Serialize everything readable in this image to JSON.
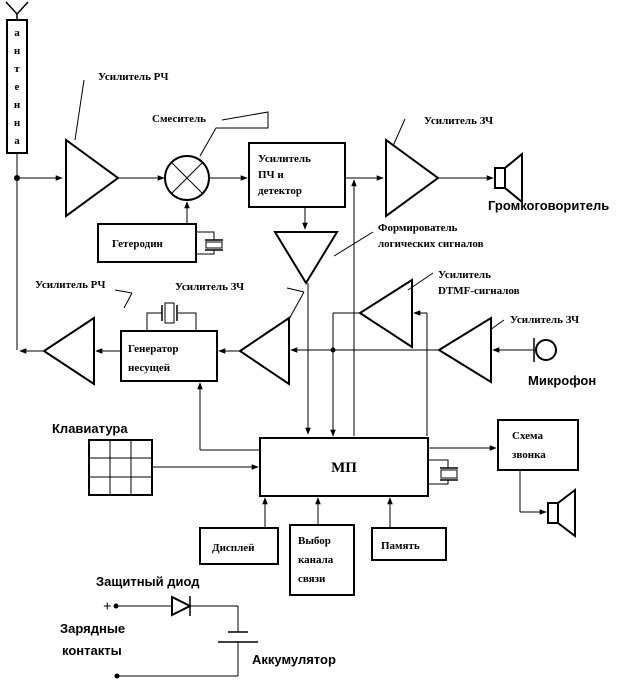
{
  "antenna": {
    "letters": [
      "а",
      "н",
      "т",
      "е",
      "н",
      "н",
      "а"
    ]
  },
  "labels": {
    "rf_amp_rx": "Усилитель РЧ",
    "mixer": "Смеситель",
    "af_amp_rx": "Усилитель ЗЧ",
    "if_amp": [
      "Усилитель",
      "ПЧ и",
      "детектор"
    ],
    "speaker": "Громкоговоритель",
    "local_osc": "Гетеродин",
    "logic_shaper": [
      "Формирователь",
      "логических сигналов"
    ],
    "dtmf_amp": [
      "Усилитель",
      "DTMF-сигналов"
    ],
    "rf_amp_tx": "Усилитель РЧ",
    "af_amp_tx1": "Усилитель ЗЧ",
    "af_amp_tx2": "Усилитель ЗЧ",
    "carrier_gen": [
      "Генератор",
      "несущей"
    ],
    "microphone": "Микрофон",
    "keyboard": "Клавиатура",
    "mp": "МП",
    "ring": [
      "Схема",
      "звонка"
    ],
    "display": "Дисплей",
    "channel": [
      "Выбор",
      "канала",
      "связи"
    ],
    "memory": "Память",
    "diode": "Защитный диод",
    "plus": "+",
    "charge": [
      "Зарядные",
      "контакты"
    ],
    "battery": "Аккумулятор"
  }
}
